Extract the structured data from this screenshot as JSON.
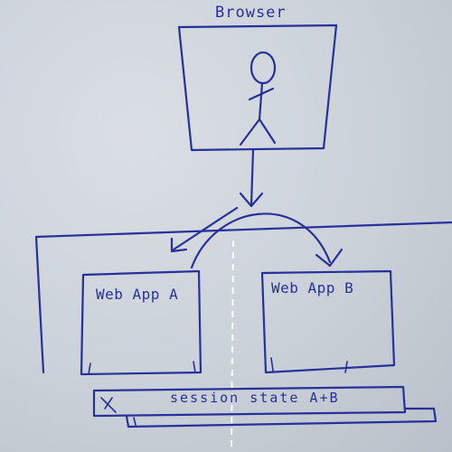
{
  "diagram": {
    "browser": {
      "label": "Browser"
    },
    "web_app_a": {
      "label": "Web App A"
    },
    "web_app_b": {
      "label": "Web App B"
    },
    "session_state": {
      "label": "session state A+B"
    },
    "ink_color": "#27319a",
    "paper_color": "#cbd1d8",
    "icons": [
      "stick-figure-user-icon"
    ]
  }
}
